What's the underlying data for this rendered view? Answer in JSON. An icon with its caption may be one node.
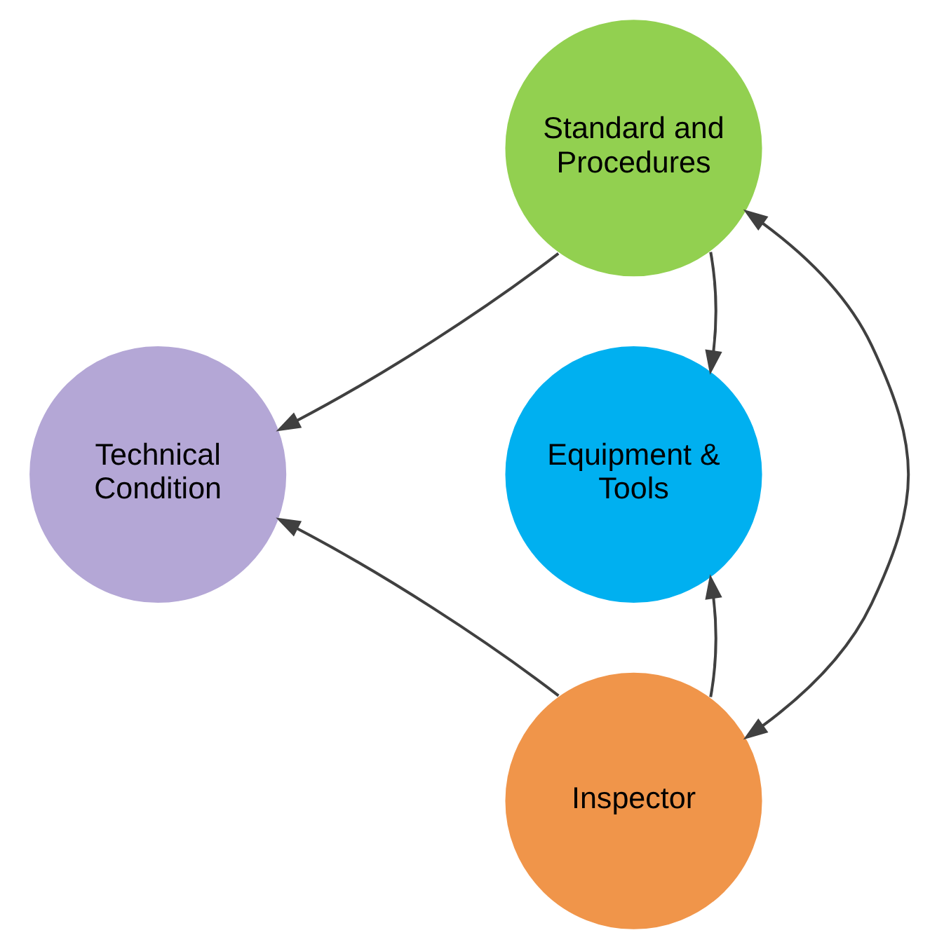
{
  "diagram": {
    "nodes": [
      {
        "text": [
          "Standard and Procedures"
        ]
      },
      {
        "text": [
          "Technical Condition"
        ]
      },
      {
        "text": [
          "Equipment & Tools"
        ]
      },
      {
        "text": [
          "Inspector"
        ]
      }
    ],
    "edges": [
      {
        "from": 0,
        "to": 1,
        "arrow": "to"
      },
      {
        "from": 0,
        "to": 2,
        "arrow": "to"
      },
      {
        "from": 0,
        "to": 3,
        "arrow": "both"
      },
      {
        "from": 3,
        "to": 1,
        "arrow": "to"
      },
      {
        "from": 3,
        "to": 2,
        "arrow": "to"
      }
    ]
  }
}
